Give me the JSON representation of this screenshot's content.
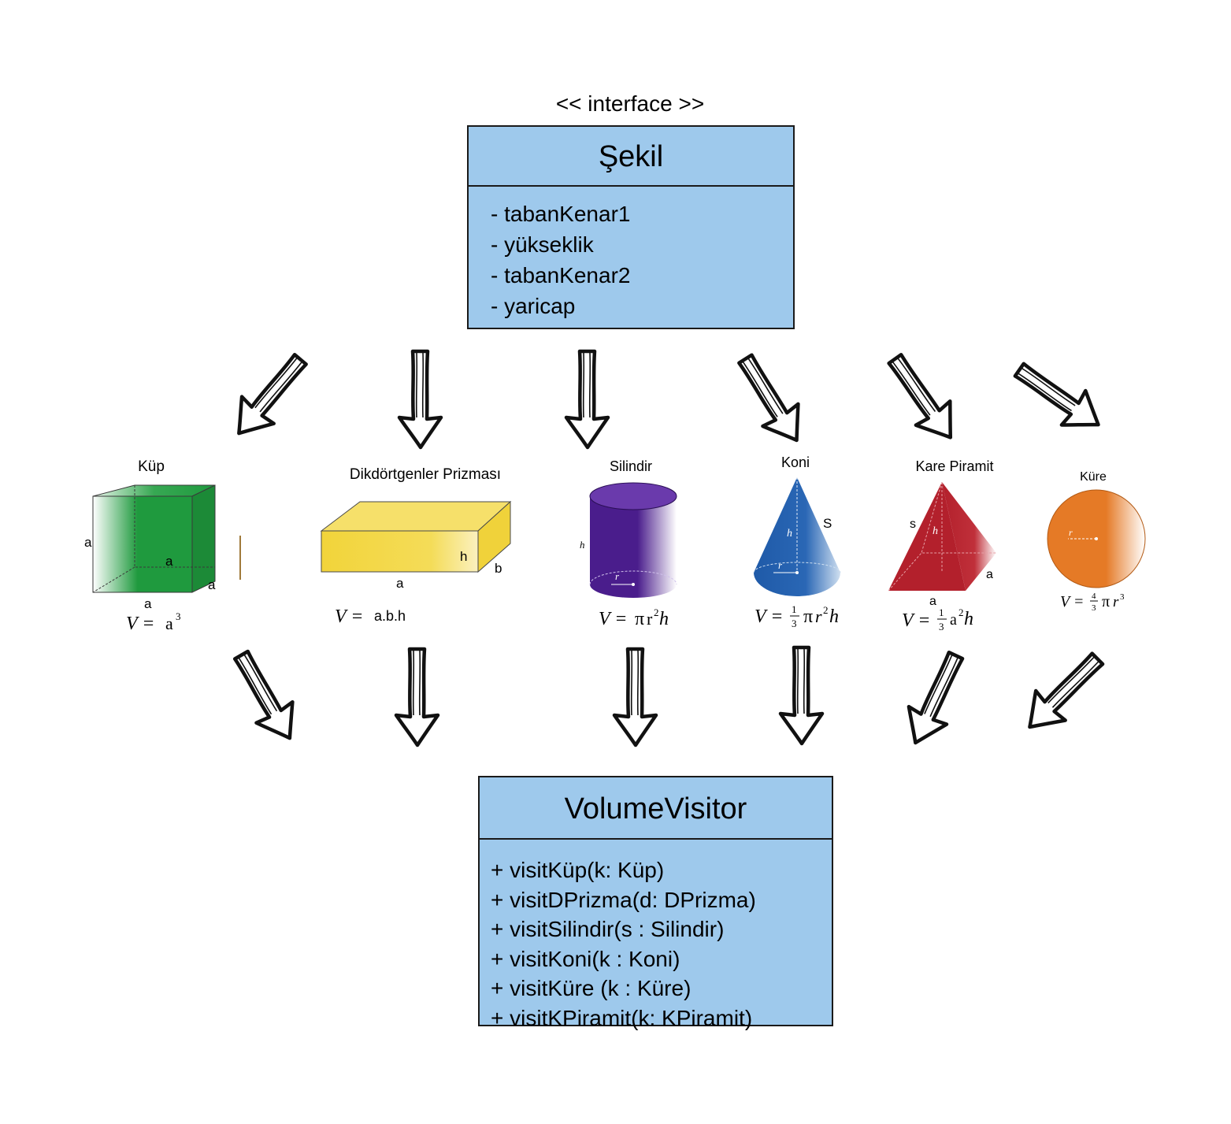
{
  "interface_box": {
    "stereotype": "<< interface >>",
    "name": "Şekil",
    "attributes": [
      "- tabanKenar1",
      "- yükseklik",
      "- tabanKenar2",
      "- yaricap"
    ]
  },
  "visitor_box": {
    "name": "VolumeVisitor",
    "methods": [
      "+ visitKüp(k: Küp)",
      "+ visitDPrizma(d: DPrizma)",
      "+ visitSilindir(s : Silindir)",
      "+ visitKoni(k : Koni)",
      "+ visitKüre (k : Küre)",
      "+ visitKPiramit(k: KPiramit)"
    ]
  },
  "shapes": {
    "kup": {
      "title": "Küp",
      "edge_label": "a",
      "formula_lhs": "V =",
      "formula_base": "a",
      "formula_exp": "3"
    },
    "prizma": {
      "title": "Dikdörtgenler Prizması",
      "label_a": "a",
      "label_b": "b",
      "label_h": "h",
      "formula_lhs": "V =",
      "formula_rhs": "a.b.h"
    },
    "silindir": {
      "title": "Silindir",
      "label_h": "h",
      "label_r": "r",
      "formula_lhs": "V =",
      "formula_pi": "π",
      "formula_r": "r",
      "formula_exp": "2",
      "formula_h": "h"
    },
    "koni": {
      "title": "Koni",
      "label_h": "h",
      "label_r": "r",
      "label_s": "S",
      "formula_lhs": "V =",
      "frac_num": "1",
      "frac_den": "3",
      "formula_pi": "π",
      "formula_r": "r",
      "formula_exp": "2",
      "formula_h": "h"
    },
    "piramit": {
      "title": "Kare Piramit",
      "label_s": "s",
      "label_h": "h",
      "label_a": "a",
      "formula_lhs": "V =",
      "frac_num": "1",
      "frac_den": "3",
      "formula_a": "a",
      "formula_exp": "2",
      "formula_h": "h"
    },
    "kure": {
      "title": "Küre",
      "label_r": "r",
      "formula_lhs": "V =",
      "frac_num": "4",
      "frac_den": "3",
      "formula_pi": "π",
      "formula_r": "r",
      "formula_exp": "3"
    }
  },
  "colors": {
    "uml_fill": "#9ec9ec",
    "kup": "#1f9a3e",
    "prizma": "#f2d43a",
    "silindir": "#4a1d8c",
    "koni": "#1f5aa8",
    "piramit": "#b3202c",
    "kure": "#e57a26"
  }
}
